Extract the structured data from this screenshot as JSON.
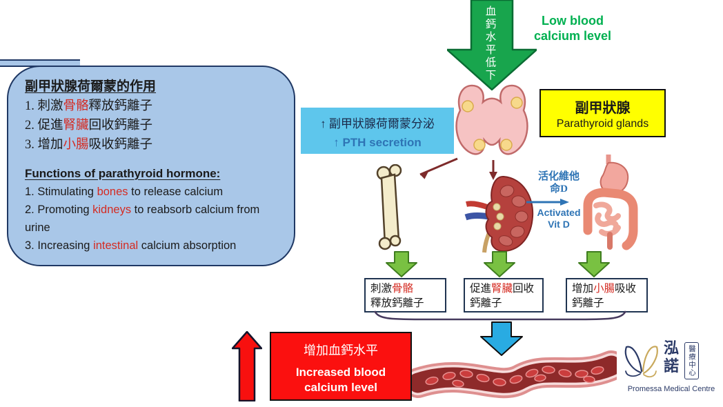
{
  "top": {
    "arrow_label": "血鈣水平低下",
    "cause_line1": "Low blood",
    "cause_line2": "calcium level"
  },
  "info_panel": {
    "title_zh": "副甲狀腺荷爾蒙的作用",
    "items_zh": [
      {
        "pre": "1. 刺激",
        "organ": "骨骼",
        "post": "釋放鈣離子"
      },
      {
        "pre": "2. 促進",
        "organ": "腎臟",
        "post": "回收鈣離子"
      },
      {
        "pre": "3. 增加",
        "organ": "小腸",
        "post": "吸收鈣離子"
      }
    ],
    "title_en": "Functions of parathyroid hormone:",
    "items_en": [
      {
        "pre": "1. Stimulating ",
        "organ": "bones",
        "post": " to release calcium"
      },
      {
        "pre": "2. Promoting ",
        "organ": "kidneys",
        "post": " to reabsorb calcium from urine"
      },
      {
        "pre": "3. Increasing ",
        "organ": "intestinal",
        "post": " calcium absorption"
      }
    ]
  },
  "pth_box": {
    "line_zh": "↑ 副甲狀腺荷爾蒙分泌",
    "line_en": "↑ PTH secretion"
  },
  "gland_label": {
    "zh": "副甲狀腺",
    "en": "Parathyroid glands"
  },
  "vit_d": {
    "zh_line1": "活化維他",
    "zh_line2": "命D",
    "en_line1": "Activated",
    "en_line2": "Vit D"
  },
  "organ_boxes": [
    {
      "pre": "刺激",
      "organ": "骨骼",
      "post": "",
      "line2": "釋放鈣離子"
    },
    {
      "pre": "促進",
      "organ": "腎臟",
      "post": "回收",
      "line2": "鈣離子"
    },
    {
      "pre": "增加",
      "organ": "小腸",
      "post": "吸收",
      "line2": "鈣離子"
    }
  ],
  "result_box": {
    "zh": "增加血鈣水平",
    "en_line1": "Increased blood",
    "en_line2": "calcium level"
  },
  "logo": {
    "name_zh": "泓諾",
    "stamp": "醫療中心",
    "name_en": "Promessa Medical Centre"
  },
  "colors": {
    "big_arrow_green": "#18A54D",
    "cause_text_green": "#00B050",
    "panel_blue": "#A9C7E8",
    "panel_border_navy": "#1F3864",
    "pth_box_blue": "#5EC6EC",
    "pth_text_blue": "#2E74B5",
    "gland_box_yellow": "#FFFF00",
    "highlight_red": "#D42B22",
    "organ_arrow_green": "#79C142",
    "flow_arrow_maroon": "#7E2B2B",
    "collect_arrow_blue": "#29ABE2",
    "result_red": "#FB100F",
    "logo_navy": "#2B3A67",
    "logo_gold": "#C9A95C"
  }
}
